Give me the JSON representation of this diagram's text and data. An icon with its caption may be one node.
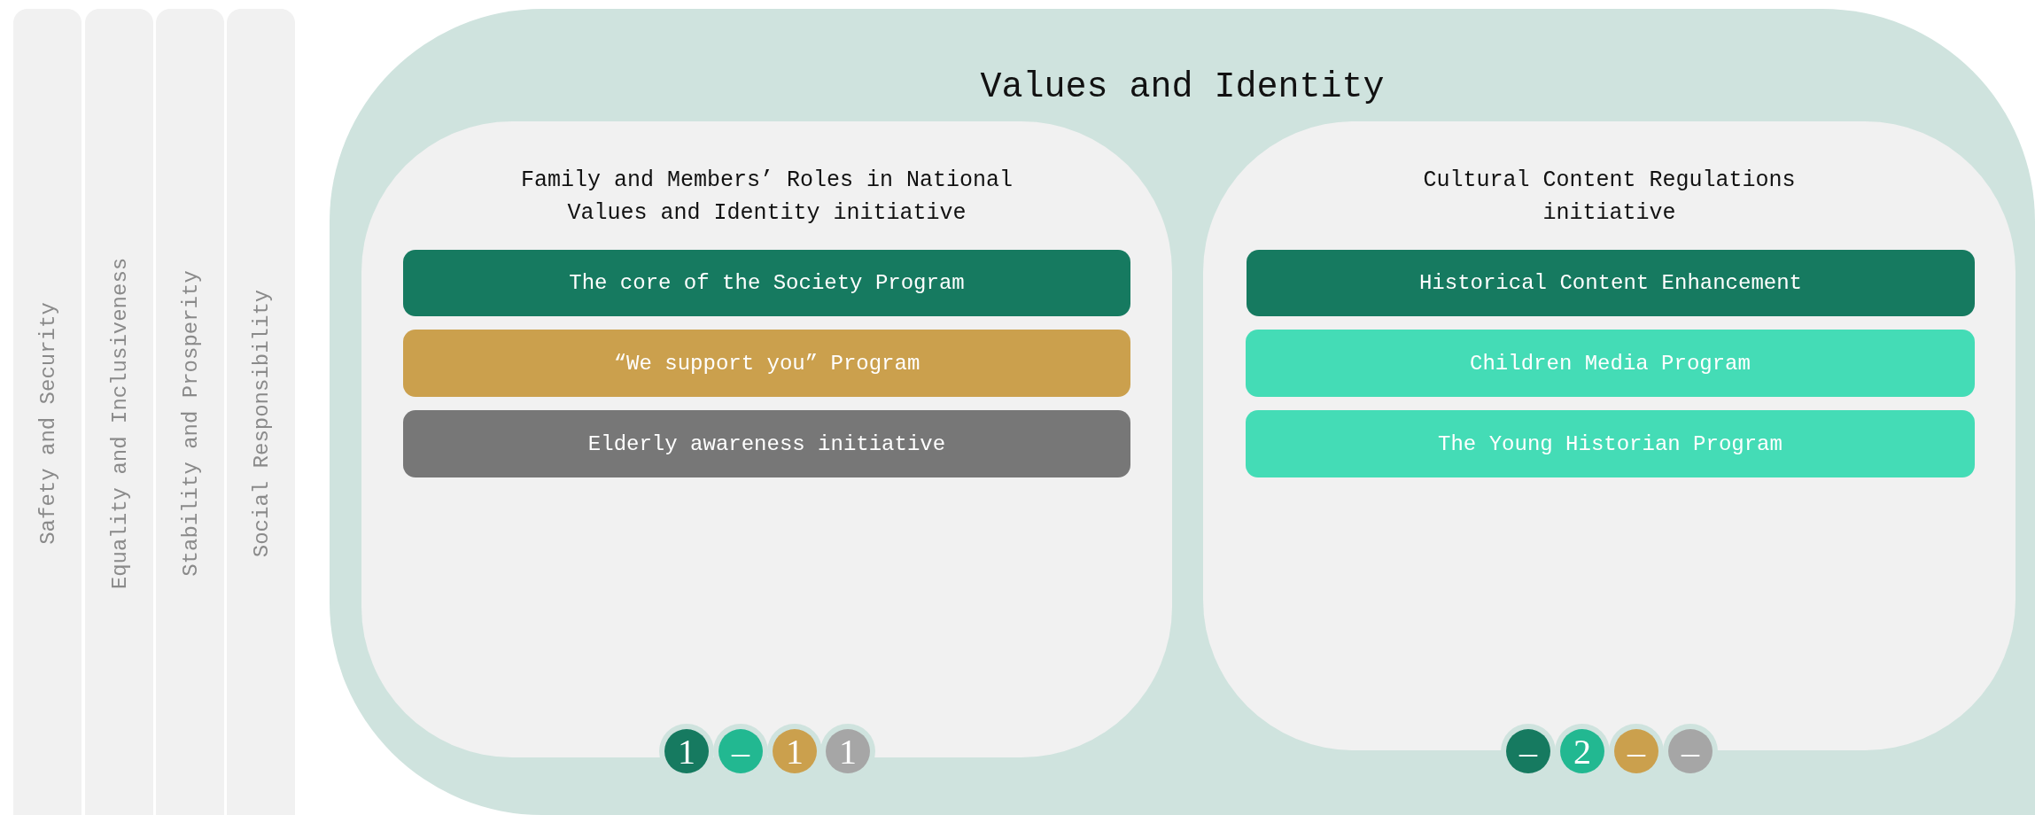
{
  "diagram": {
    "nodes": [
      {
        "text": [
          "Safety and Security"
        ]
      },
      {
        "text": [
          "Equality and Inclusiveness"
        ]
      },
      {
        "text": [
          "Stability and Prosperity"
        ]
      },
      {
        "text": [
          "Social Responsibility"
        ]
      },
      {
        "text": [
          "Values and Identity"
        ]
      },
      {
        "text": [
          "Family and Members’ Roles in National Values and Identity initiative"
        ],
        "in": 4
      },
      {
        "text": [
          "The core of the Society Program"
        ],
        "in": 5
      },
      {
        "text": [
          "“We support you” Program"
        ],
        "in": 5
      },
      {
        "text": [
          "Elderly awareness initiative"
        ],
        "in": 5
      },
      {
        "text": [
          "1"
        ],
        "in": 4
      },
      {
        "text": [
          "–"
        ],
        "in": 4
      },
      {
        "text": [
          "1"
        ],
        "in": 4
      },
      {
        "text": [
          "1"
        ],
        "in": 4
      },
      {
        "text": [
          "Cultural Content Regulations initiative"
        ],
        "in": 4
      },
      {
        "text": [
          "Historical Content Enhancement"
        ],
        "in": 13
      },
      {
        "text": [
          "Children Media Program"
        ],
        "in": 13
      },
      {
        "text": [
          "The Young Historian Program"
        ],
        "in": 13
      },
      {
        "text": [
          "–"
        ],
        "in": 4
      },
      {
        "text": [
          "2"
        ],
        "in": 4
      },
      {
        "text": [
          "–"
        ],
        "in": 4
      },
      {
        "text": [
          "–"
        ],
        "in": 4
      }
    ],
    "edges": []
  }
}
